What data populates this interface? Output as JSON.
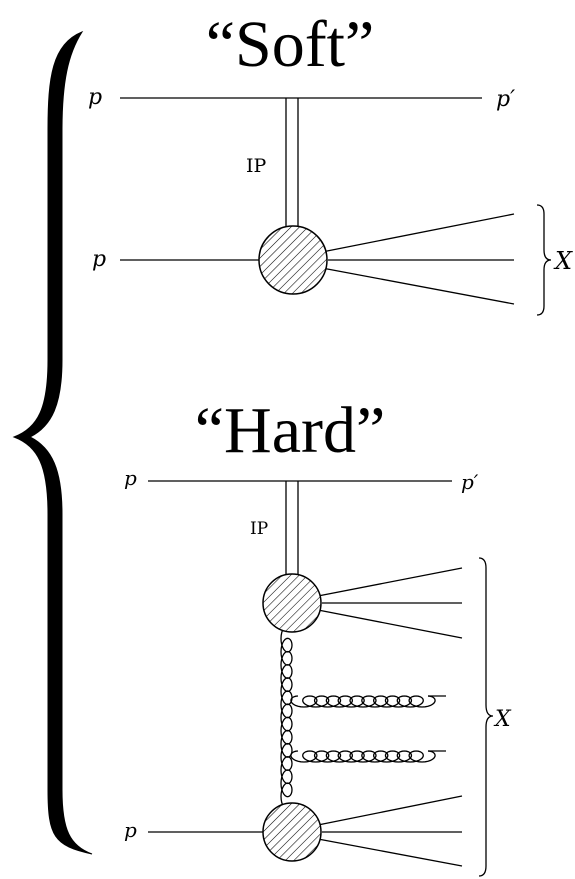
{
  "diagram": {
    "soft": {
      "title": "“Soft”",
      "proton_in_top": "p",
      "proton_out": "p′",
      "exchange": "IP",
      "proton_in_bottom": "p",
      "system": "X"
    },
    "hard": {
      "title": "“Hard”",
      "proton_in_top": "p",
      "proton_out": "p′",
      "exchange": "IP",
      "proton_in_bottom": "p",
      "system": "X"
    }
  }
}
